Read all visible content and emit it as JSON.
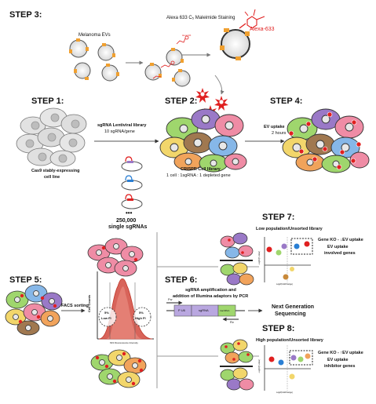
{
  "steps": {
    "s1": "STEP 1:",
    "s2": "STEP 2:",
    "s3": "STEP 3:",
    "s4": "STEP 4:",
    "s5": "STEP 5:",
    "s6": "STEP 6:",
    "s7": "STEP 7:",
    "s8": "STEP 8:"
  },
  "step3": {
    "evs_label": "Melanoma EVs",
    "staining_label": "Alexa 633 C₅ Maleimide Staining",
    "dye_label": "Alexa-633",
    "small_dye_label": "Alexa-633"
  },
  "step1": {
    "cell_line_l1": "Cas9 stably-expressing",
    "cell_line_l2": "cell line",
    "library_l1": "sgRNA Lentiviral library",
    "library_l2": "10 sgRNA/gene",
    "dots": "•••",
    "count": "250,000",
    "count_unit": "single sgRNAs"
  },
  "step2": {
    "title": "CRISPR Cell library",
    "subtitle": "1 cell : 1sgRNA : 1 depleted gene"
  },
  "step4": {
    "uptake_l1": "EV uptake",
    "uptake_l2": "2 hours"
  },
  "step5": {
    "sorting": "FACS sorting",
    "ylabel": "Cell Counts",
    "xlabel": "633 Fluorescence Intensity",
    "low_pct": "5%",
    "low_label": "Low FI",
    "high_pct": "5%",
    "high_label": "High FI"
  },
  "step6": {
    "desc_l1": "sgRNA amplification and",
    "desc_l2": "addition of Illumina adaptors by PCR",
    "fw": "Fw",
    "rv": "Rv",
    "u6": "P U6",
    "sgrna": "sgRNA",
    "tracr": "tracrRNA",
    "ngs_l1": "Next Generation",
    "ngs_l2": "Sequencing"
  },
  "step7": {
    "title": "Low population/Unsorted library",
    "result_l1": "Gene KO - ↓EV uptake",
    "result_l2": "EV uptake",
    "result_l3": "involved genes",
    "ylab": "-Log10(P-value)",
    "xlab": "Log2(FoldChange)"
  },
  "step8": {
    "title": "High population/Unsorted library",
    "result_l1": "Gene KO - ↑EV uptake",
    "result_l2": "EV uptake",
    "result_l3": "inhibitor genes",
    "ylab": "-Log10(P-value)",
    "xlab": "Log2(FoldChange)"
  },
  "colors": {
    "ev_orange": "#f0a030",
    "dye_red": "#e02020",
    "histogram": "#c0392b",
    "cell_gray": "#d9d9d9",
    "cell_green": "#9fd66d",
    "cell_purple": "#9a79c7",
    "cell_pink": "#ef8ca5",
    "cell_blue": "#86b7e8",
    "cell_yellow": "#f2d66b",
    "cell_orange": "#f1a35b",
    "cell_brown": "#a07850"
  },
  "icons": [
    "ev-vesicle-icon",
    "cell-cluster-icon",
    "plasmid-icon",
    "dye-molecule-icon",
    "primer-arrow-icon"
  ]
}
